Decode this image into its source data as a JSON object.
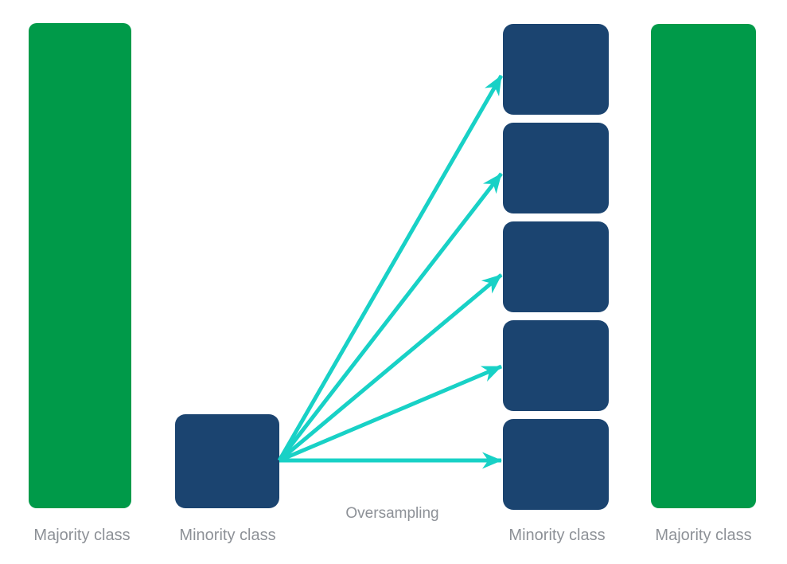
{
  "diagram": {
    "oversampling_label": "Oversampling",
    "left_majority": {
      "label": "Majority class"
    },
    "minority_source": {
      "label": "Minority class"
    },
    "minority_oversampled": {
      "label": "Minority class",
      "sample_count": 5
    },
    "right_majority": {
      "label": "Majority class"
    },
    "colors": {
      "majority_green": "#009A49",
      "minority_navy": "#1B4470",
      "arrow_teal": "#18D1C6",
      "label_gray": "#8D9197"
    }
  }
}
